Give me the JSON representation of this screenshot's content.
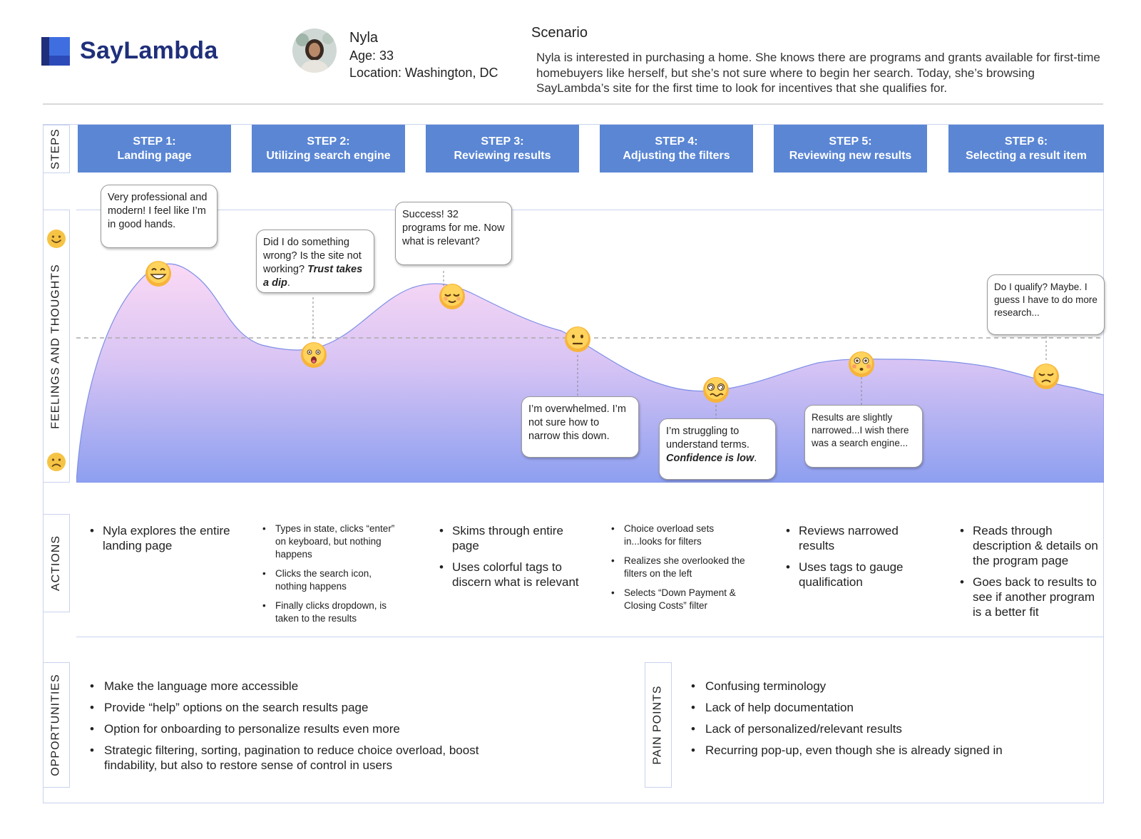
{
  "brand": {
    "name": "SayLambda",
    "colors": {
      "dark": "#1f2f7a",
      "mid": "#2c4bb8",
      "light": "#3f6ee0"
    }
  },
  "persona": {
    "name": "Nyla",
    "age": "Age: 33",
    "location": "Location: Washington, DC"
  },
  "scenario": {
    "title": "Scenario",
    "text": "Nyla is interested in purchasing a home. She knows there are programs and grants available for first-time homebuyers like herself, but she’s not sure where to begin her search. Today, she’s browsing SayLambda’s site for the first time to look for incentives that she qualifies for."
  },
  "row_labels": {
    "steps": "STEPS",
    "feelings": "FEELINGS AND THOUGHTS",
    "actions": "ACTIONS",
    "opportunities": "OPPORTUNITIES",
    "pain_points": "PAIN POINTS"
  },
  "steps": [
    {
      "number": "STEP 1:",
      "title": "Landing page"
    },
    {
      "number": "STEP 2:",
      "title": "Utilizing search engine"
    },
    {
      "number": "STEP 3:",
      "title": "Reviewing results"
    },
    {
      "number": "STEP 4:",
      "title": "Adjusting the filters"
    },
    {
      "number": "STEP 5:",
      "title": "Reviewing new results"
    },
    {
      "number": "STEP 6:",
      "title": "Selecting a result item"
    }
  ],
  "emotion_scale": {
    "top": "happy-face-icon",
    "bottom": "sad-face-icon"
  },
  "emotions": [
    {
      "step": 1,
      "level": 0.76,
      "face": "grinning-face-icon"
    },
    {
      "step": 2,
      "level": 0.46,
      "face": "shocked-face-icon"
    },
    {
      "step": 3,
      "level": 0.68,
      "face": "relieved-face-icon"
    },
    {
      "step": 4,
      "level": 0.5,
      "face": "neutral-face-icon"
    },
    {
      "step": 4.5,
      "level": 0.33,
      "face": "dizzy-face-icon"
    },
    {
      "step": 5,
      "level": 0.43,
      "face": "flushed-face-icon"
    },
    {
      "step": 6,
      "level": 0.38,
      "face": "disappointed-face-icon"
    }
  ],
  "thoughts": [
    {
      "text": "Very professional and modern! I feel like I’m in good hands."
    },
    {
      "text": "Did I do something wrong? Is the site not working? ",
      "emphasis": "Trust takes a dip",
      "tail": "."
    },
    {
      "text": "Success! 32 programs for me. Now what is relevant?"
    },
    {
      "text": "I’m overwhelmed. I’m not sure how to narrow this down."
    },
    {
      "text": "I’m struggling to understand terms. ",
      "emphasis": "Confidence is low",
      "tail": "."
    },
    {
      "text": "Results are slightly narrowed...I wish there was a search engine..."
    },
    {
      "text": "Do I qualify? Maybe. I guess I have to do more research..."
    }
  ],
  "actions": [
    [
      "Nyla explores the entire landing page"
    ],
    [
      "Types in state, clicks “enter” on keyboard, but nothing happens",
      "Clicks the search icon, nothing happens",
      "Finally clicks dropdown, is taken to the results"
    ],
    [
      "Skims through entire page",
      "Uses colorful tags to discern what is relevant"
    ],
    [
      "Choice overload sets in...looks for filters",
      "Realizes she overlooked the filters on the left",
      "Selects “Down Payment & Closing Costs” filter"
    ],
    [
      "Reviews narrowed results",
      "Uses tags to gauge qualification"
    ],
    [
      "Reads through description & details on the program page",
      "Goes back to results to see if another program is a better fit"
    ]
  ],
  "opportunities": [
    "Make the language more accessible",
    "Provide “help” options on the search results page",
    "Option for onboarding to personalize results even more",
    "Strategic filtering, sorting, pagination to reduce choice overload, boost findability, but also to restore sense of control in users"
  ],
  "pain_points": [
    "Confusing terminology",
    "Lack of help documentation",
    "Lack of personalized/relevant results",
    "Recurring pop-up, even though she is already signed in"
  ],
  "colors": {
    "step_fill": "#5a86d4",
    "curve_top": "#f7d8f6",
    "curve_bottom": "#8f9ff0",
    "frame": "#c9d3ee"
  }
}
